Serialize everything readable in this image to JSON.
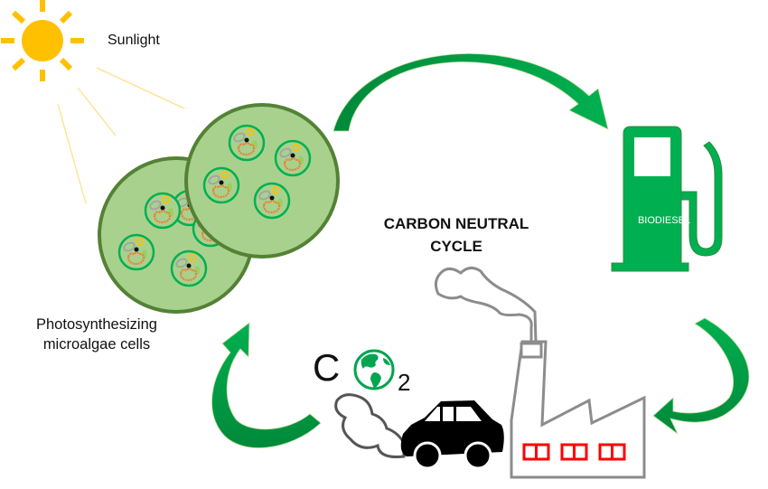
{
  "title": "Carbon Neutral Cycle",
  "labels": {
    "sunlight": "Sunlight",
    "cells_line1": "Photosynthesizing",
    "cells_line2": "microalgae cells",
    "cycle_line1": "CARBON NEUTRAL",
    "cycle_line2": "CYCLE",
    "pump": "BIODIESEL",
    "co2_c": "C",
    "co2_sub": "2"
  },
  "nodes": [
    {
      "id": "sun",
      "icon": "sun-icon",
      "label": "Sunlight"
    },
    {
      "id": "algae",
      "icon": "microalgae-cells-icon",
      "label": "Photosynthesizing microalgae cells"
    },
    {
      "id": "biodiesel",
      "icon": "fuel-pump-icon",
      "label": "BIODIESEL"
    },
    {
      "id": "emissions",
      "icon": "factory-icon",
      "label": ""
    },
    {
      "id": "car",
      "icon": "car-icon",
      "label": ""
    },
    {
      "id": "co2",
      "icon": "globe-icon",
      "label": "CO2"
    }
  ],
  "flows": [
    {
      "from": "algae",
      "to": "biodiesel"
    },
    {
      "from": "biodiesel",
      "to": "emissions"
    },
    {
      "from": "emissions",
      "to": "algae"
    }
  ],
  "colors": {
    "sun": "#ffc000",
    "ray": "#ffe08a",
    "cell_fill": "#a9d18e",
    "cell_border": "#548235",
    "organelle_ring": "#00b050",
    "arrow_light": "#00b050",
    "arrow_dark": "#00893a",
    "pump": "#00b050",
    "factory_window": "#ff0000",
    "outline_gray": "#808080"
  }
}
